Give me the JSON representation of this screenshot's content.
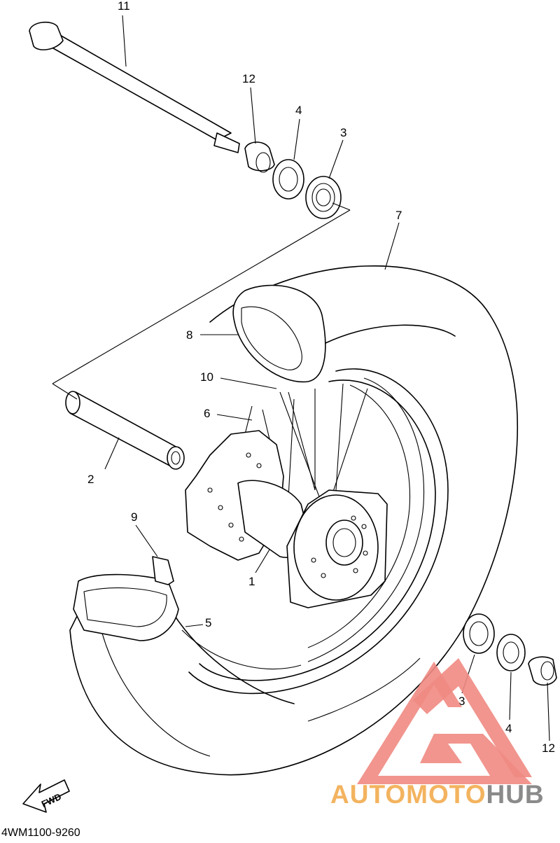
{
  "callouts": {
    "c1": "1",
    "c2": "2",
    "c3a": "3",
    "c3b": "3",
    "c4a": "4",
    "c4b": "4",
    "c5": "5",
    "c6": "6",
    "c7": "7",
    "c8": "8",
    "c9": "9",
    "c10": "10",
    "c11": "11",
    "c12a": "12",
    "c12b": "12"
  },
  "diagram_code": "4WM1100-9260",
  "fwd_label": "FWD",
  "watermark": {
    "part1": "AUTO",
    "part2": "MOTO",
    "part3": "HUB"
  },
  "colors": {
    "line": "#000000",
    "watermark_red": "#f08a82",
    "watermark_orange": "#f3b35f",
    "watermark_gray": "#8a8a8a"
  }
}
